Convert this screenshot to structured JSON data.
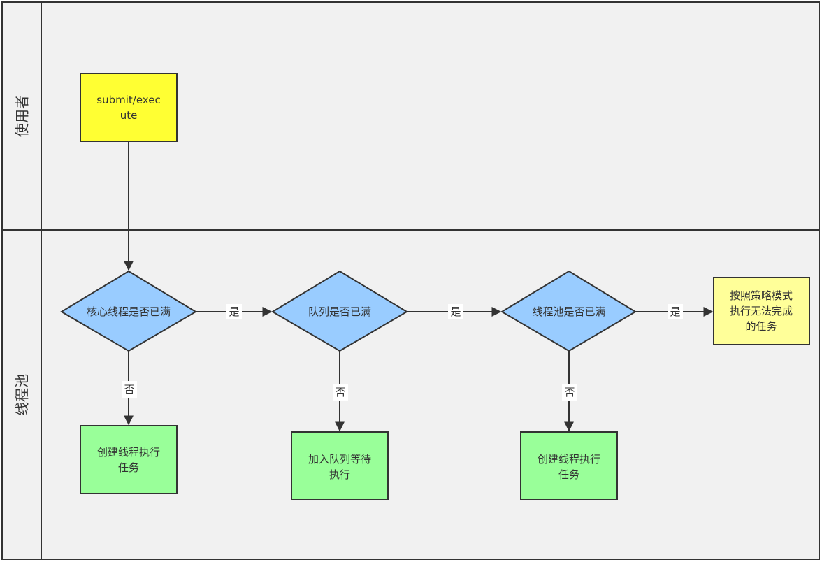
{
  "lanes": {
    "user": "使用者",
    "pool": "线程池"
  },
  "nodes": {
    "submit": [
      "submit/exec",
      "ute"
    ],
    "core_full": "核心线程是否已满",
    "queue_full": "队列是否已满",
    "pool_full": "线程池是否已满",
    "reject": [
      "按照策略模式",
      "执行无法完成",
      "的任务"
    ],
    "create_core": [
      "创建线程执行",
      "任务"
    ],
    "enqueue": [
      "加入队列等待",
      "执行"
    ],
    "create_thread": [
      "创建线程执行",
      "任务"
    ]
  },
  "edges": {
    "yes": "是",
    "no": "否"
  },
  "colors": {
    "lane_fill": "#f1f1f1",
    "border": "#333333",
    "start_fill": "#ffff33",
    "decision_fill": "#99ccff",
    "action_fill": "#99ff99",
    "reject_fill": "#ffff99"
  }
}
